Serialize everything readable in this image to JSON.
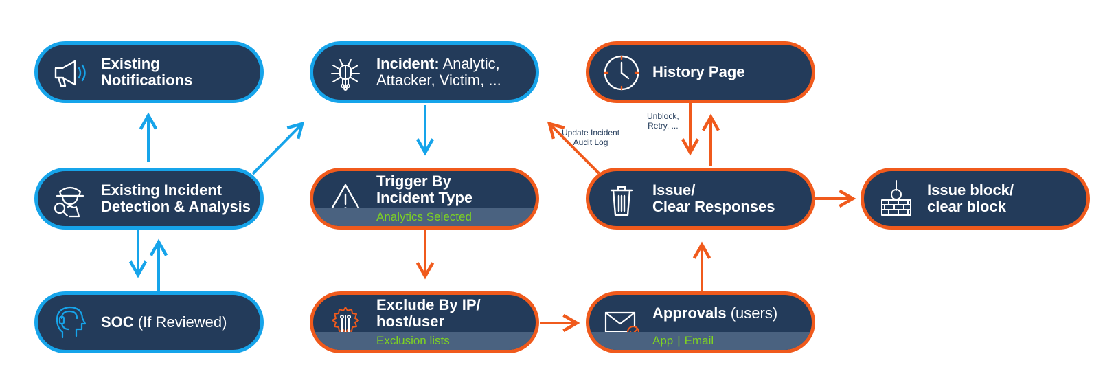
{
  "nodes": {
    "existing_notifications": {
      "line1": "Existing",
      "line2": "Notifications",
      "icon": "megaphone-icon"
    },
    "incident": {
      "bold": "Incident:",
      "line1_rest": " Analytic,",
      "line2": "Attacker, Victim, ...",
      "icon": "circuit-bug-icon"
    },
    "history_page": {
      "line1": "History Page",
      "icon": "clock-icon"
    },
    "existing_detection": {
      "line1": "Existing Incident",
      "line2": "Detection & Analysis",
      "icon": "detective-icon"
    },
    "trigger": {
      "line1": "Trigger By",
      "line2": "Incident Type",
      "band": "Analytics Selected",
      "icon": "warning-icon"
    },
    "issue_clear": {
      "line1": "Issue/",
      "line2": "Clear Responses",
      "icon": "trash-icon"
    },
    "issue_block": {
      "line1": "Issue block/",
      "line2": "clear block",
      "icon": "wrecking-ball-wall-icon"
    },
    "soc": {
      "bold": "SOC",
      "rest": " (If Reviewed)",
      "icon": "headset-agent-icon"
    },
    "exclude": {
      "line1": "Exclude By IP/",
      "line2": "host/user",
      "band": "Exclusion lists",
      "icon": "gear-circuit-icon"
    },
    "approvals": {
      "bold": "Approvals",
      "rest": " (users)",
      "band_app": "App",
      "band_sep": "|",
      "band_email": "Email",
      "icon": "envelope-check-icon"
    }
  },
  "edge_labels": {
    "update_audit": {
      "line1": "Update Incident",
      "line2": "Audit Log"
    },
    "unblock_retry": {
      "line1": "Unblock,",
      "line2": "Retry, ..."
    }
  },
  "colors": {
    "navy": "#233b5a",
    "blue": "#16a4ea",
    "orange": "#f05a1c",
    "green": "#7ed321",
    "band": "#4a6280"
  }
}
